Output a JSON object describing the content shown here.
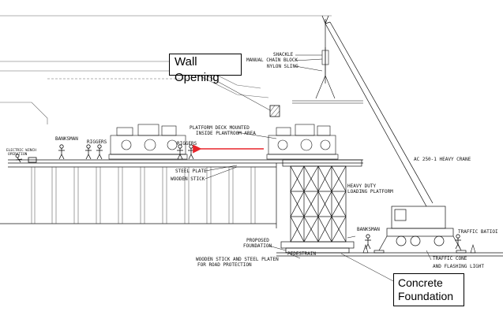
{
  "callouts": {
    "wall_opening": "Wall Opening",
    "concrete_line1": "Concrete",
    "concrete_line2": "Foundation"
  },
  "labels": {
    "shackle": "SHACKLE",
    "chain_block": "MANUAL CHAIN BLOCK",
    "nylon_sling": "NYLON SLING",
    "platform_deck_1": "PLATFORM DECK MOUNTED",
    "platform_deck_2": "INSIDE PLANTROOM AREA",
    "banksman_left": "BANKSMAN",
    "riggers_1": "RIGGERS",
    "riggers_2": "RIGGERS",
    "steel_plate": "STEEL PLATE",
    "wooden_stick": "WOODEN STICK",
    "heavy_duty_1": "HEAVY DUTY",
    "heavy_duty_2": "LOADING PLATFORM",
    "crane": "AC 250-1 HEAVY CRANE",
    "banksman_right": "BANKSMAN",
    "traffic_baton": "TRAFFIC BATIOI",
    "proposed_1": "PROPOSED",
    "proposed_2": "FOUNDATION",
    "pedestrain": "PEDESTRAIN",
    "wooden_steel_1": "WOODEN STICK AND STEEL PLATEN",
    "wooden_steel_2": "FOR ROAD PROTECTION",
    "traffic_cone_1": "TRAFFIC CONE",
    "traffic_cone_2": "AND FLASHING LIGHT",
    "electric_winch_1": "ELECTRIC WINCH",
    "electric_winch_2": "OPERATION"
  },
  "colors": {
    "line": "#111111",
    "arrow": "#e8242a"
  }
}
